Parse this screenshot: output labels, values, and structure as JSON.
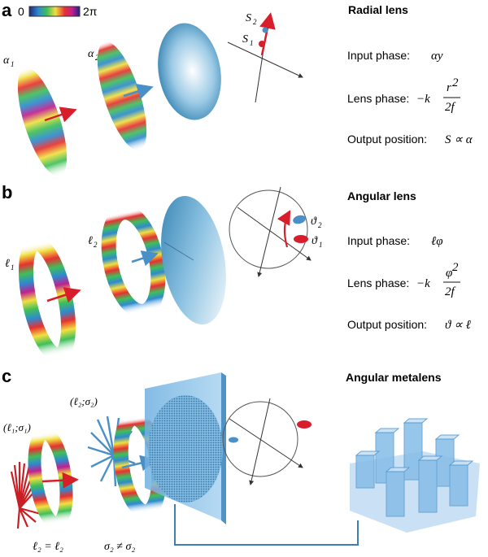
{
  "colorbar": {
    "min_label": "0",
    "max_label": "2π"
  },
  "panel_a": {
    "letter": "a",
    "title": "Radial lens",
    "beam1_label": "α",
    "beam1_sub": "1",
    "beam2_label": "α",
    "beam2_sub": "2",
    "s_label": "S",
    "s2_sub": "2",
    "s1_sub": "1",
    "input_label": "Input phase:",
    "input_expr": "αy",
    "lens_label": "Lens phase:",
    "lens_prefix": "−k",
    "lens_num_base": "r",
    "lens_num_exp": "2",
    "lens_den": "2f",
    "output_label": "Output position:",
    "output_expr": "S ∝ α"
  },
  "panel_b": {
    "letter": "b",
    "title": "Angular lens",
    "beam1_label": "ℓ",
    "beam1_sub": "1",
    "beam2_label": "ℓ",
    "beam2_sub": "2",
    "theta_label": "ϑ",
    "theta2_sub": "2",
    "theta1_sub": "1",
    "input_label": "Input phase:",
    "input_expr": "ℓφ",
    "lens_label": "Lens phase:",
    "lens_prefix": "−k",
    "lens_num_base": "φ",
    "lens_num_exp": "2",
    "lens_den": "2f",
    "output_label": "Output position:",
    "output_expr": "ϑ ∝ ℓ"
  },
  "panel_c": {
    "letter": "c",
    "title": "Angular metalens",
    "beam1_label": "(ℓ₁;σ₁)",
    "beam2_label": "(ℓ₂;σ₂)",
    "eq1": "ℓ₂ = ℓ₂",
    "eq2": "σ₂ ≠ σ₂"
  },
  "colors": {
    "beam_red": "#d81e2a",
    "beam_blue": "#4a90c8",
    "lens_blue": "#3d8fbf",
    "metalens_face": "#8fc3e8",
    "pillar": "#7fb8e6"
  }
}
